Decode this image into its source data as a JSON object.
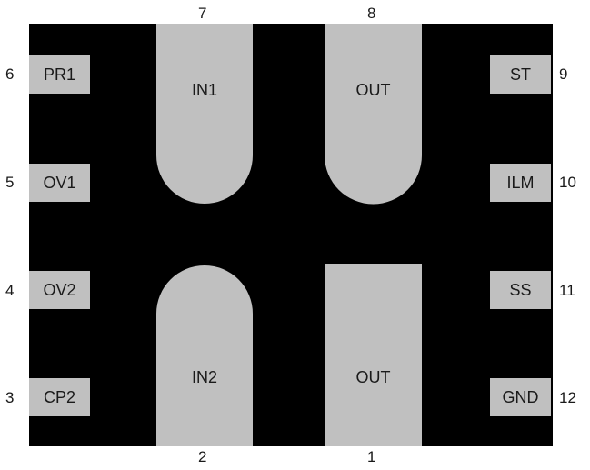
{
  "side_pins": {
    "left": [
      {
        "number": "6",
        "label": "PR1"
      },
      {
        "number": "5",
        "label": "OV1"
      },
      {
        "number": "4",
        "label": "OV2"
      },
      {
        "number": "3",
        "label": "CP2"
      }
    ],
    "right": [
      {
        "number": "9",
        "label": "ST"
      },
      {
        "number": "10",
        "label": "ILM"
      },
      {
        "number": "11",
        "label": "SS"
      },
      {
        "number": "12",
        "label": "GND"
      }
    ]
  },
  "center_pads": {
    "top_left": {
      "number": "7",
      "label": "IN1"
    },
    "top_right": {
      "number": "8",
      "label": "OUT"
    },
    "bottom_left": {
      "number": "2",
      "label": "IN2"
    },
    "bottom_right": {
      "number": "1",
      "label": "OUT"
    }
  },
  "colors": {
    "package": "#000000",
    "pad": "#c0c0c0",
    "text": "#1a1a1a",
    "background": "#ffffff"
  }
}
